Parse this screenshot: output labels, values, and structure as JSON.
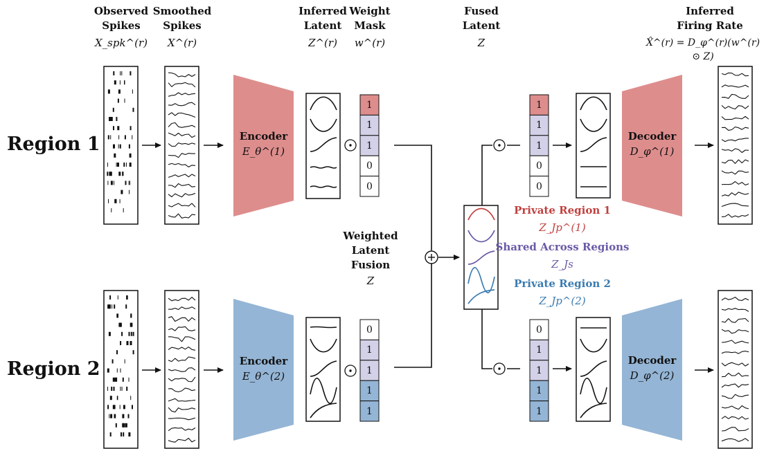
{
  "headers": {
    "observed": {
      "title": "Observed\nSpikes",
      "symbol": "X_spk^(r)"
    },
    "smoothed": {
      "title": "Smoothed\nSpikes",
      "symbol": "X^(r)"
    },
    "inferred_latent": {
      "title": "Inferred\nLatent",
      "symbol": "Z^(r)"
    },
    "weight_mask": {
      "title": "Weight\nMask",
      "symbol": "w^(r)"
    },
    "fused": {
      "title": "Fused\nLatent",
      "symbol": "Z"
    },
    "firing": {
      "title": "Inferred\nFiring Rate",
      "symbol": "X̂^(r) = D_φ^(r)(w^(r) ⊙ Z)"
    }
  },
  "regions": [
    {
      "label": "Region 1",
      "encoder": "Encoder",
      "encoder_symbol": "E_θ^(1)",
      "decoder": "Decoder",
      "decoder_symbol": "D_φ^(1)",
      "color": "#de8d8d",
      "mask": [
        "1",
        "1",
        "1",
        "0",
        "0"
      ]
    },
    {
      "label": "Region 2",
      "encoder": "Encoder",
      "encoder_symbol": "E_θ^(2)",
      "decoder": "Decoder",
      "decoder_symbol": "D_φ^(2)",
      "color": "#94b5d5",
      "mask": [
        "0",
        "1",
        "1",
        "1",
        "1"
      ]
    }
  ],
  "fusion": {
    "title": "Weighted\nLatent\nFusion",
    "symbol": "Z",
    "operator": "+"
  },
  "hadamard": "⊙",
  "legend": [
    {
      "title": "Private Region 1",
      "symbol": "Z_Jp^(1)",
      "color": "#c0413f"
    },
    {
      "title": "Shared Across Regions",
      "symbol": "Z_Js",
      "color": "#6b5aa6"
    },
    {
      "title": "Private Region 2",
      "symbol": "Z_Jp^(2)",
      "color": "#3b7bb0"
    }
  ],
  "colors": {
    "private1": "#de8d8d",
    "shared": "#d3d1e8",
    "private2": "#94b5d5",
    "zero": "#ffffff"
  }
}
